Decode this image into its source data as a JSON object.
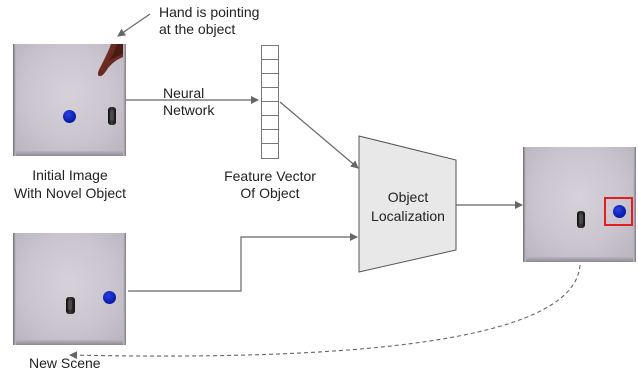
{
  "labels": {
    "hand_note": "Hand is pointing\nat the object",
    "initial_image": "Initial Image\nWith Novel Object",
    "new_scene": "New Scene",
    "neural_network": "Neural\nNetwork",
    "feature_vector": "Feature Vector\nOf Object",
    "object_localization": "Object\nLocalization"
  },
  "feature_vector_cells": 8,
  "colors": {
    "arrow": "#666666",
    "block_fill": "#e8e8e8",
    "block_stroke": "#555555",
    "detection_box": "#e02020",
    "object_ball": "#0a1fb0"
  }
}
